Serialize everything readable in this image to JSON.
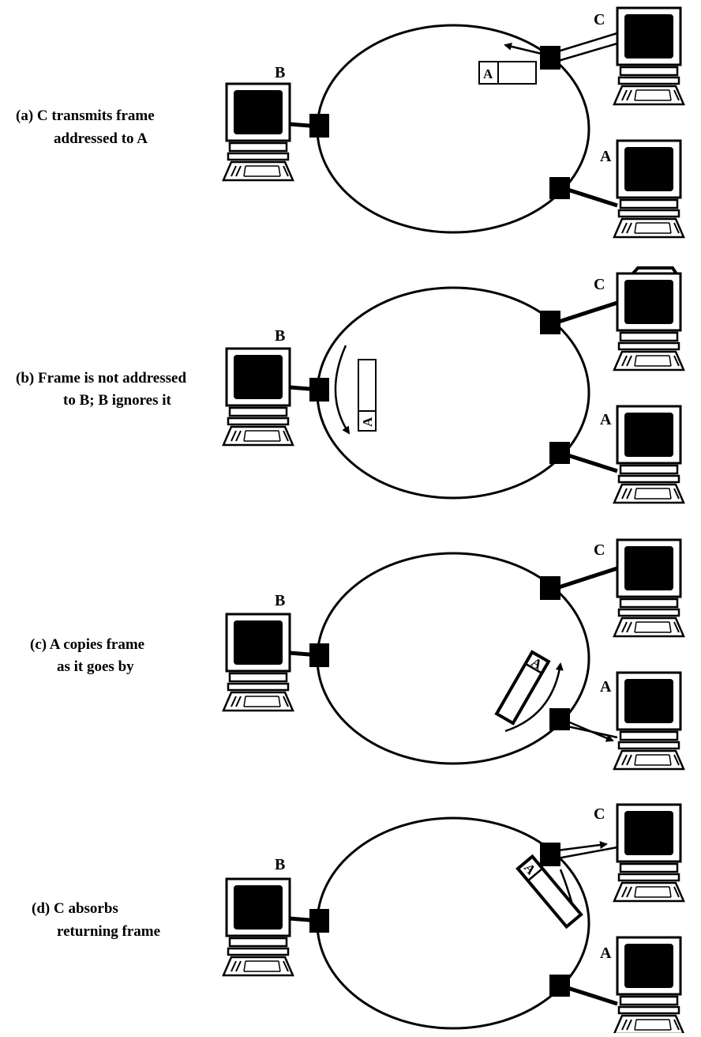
{
  "panels": [
    {
      "id": "a",
      "caption": [
        "(a) C transmits frame",
        "addressed to A"
      ],
      "stations": {
        "B": "B",
        "C": "C",
        "A": "A"
      },
      "frame_address": "A"
    },
    {
      "id": "b",
      "caption": [
        "(b) Frame is not addressed",
        "to B; B ignores it"
      ],
      "stations": {
        "B": "B",
        "C": "C",
        "A": "A"
      },
      "frame_address": "A"
    },
    {
      "id": "c",
      "caption": [
        "(c) A copies frame",
        "as it goes by"
      ],
      "stations": {
        "B": "B",
        "C": "C",
        "A": "A"
      },
      "frame_address": "A"
    },
    {
      "id": "d",
      "caption": [
        "(d) C absorbs",
        "returning frame"
      ],
      "stations": {
        "B": "B",
        "C": "C",
        "A": "A"
      },
      "frame_address": "A"
    }
  ],
  "colors": {
    "ink": "#000000",
    "paper": "#ffffff"
  }
}
